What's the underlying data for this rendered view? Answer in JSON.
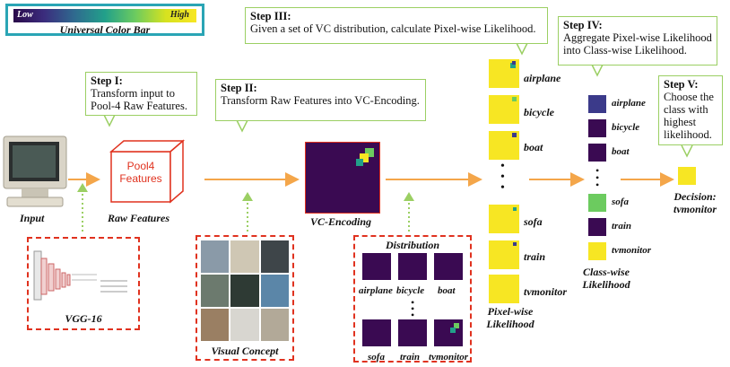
{
  "color_bar": {
    "low": "Low",
    "high": "High",
    "title": "Universal Color Bar"
  },
  "steps": {
    "step1": {
      "title": "Step I:",
      "text": "Transform input to Pool-4 Raw Features."
    },
    "step2": {
      "title": "Step II:",
      "text": "Transform Raw Features into VC-Encoding."
    },
    "step3": {
      "title": "Step III:",
      "text": "Given a set of VC distribution, calculate Pixel-wise Likelihood."
    },
    "step4": {
      "title": "Step IV:",
      "text": "Aggregate Pixel-wise Likelihood into Class-wise Likelihood."
    },
    "step5": {
      "title": "Step V:",
      "text": "Choose the class with highest likelihood."
    }
  },
  "labels": {
    "input": "Input",
    "raw_features": "Raw Features",
    "pool4_line1": "Pool4",
    "pool4_line2": "Features",
    "vc_encoding": "VC-Encoding",
    "vgg16": "VGG-16",
    "visual_concept": "Visual Concept",
    "distribution": "Distribution",
    "pixel_wise": "Pixel-wise Likelihood",
    "class_wise": "Class-wise Likelihood",
    "decision": "Decision:",
    "decision_value": "tvmonitor"
  },
  "distribution_classes": [
    "airplane",
    "bicycle",
    "boat",
    "sofa",
    "train",
    "tvmonitor"
  ],
  "pixel_classes": [
    "airplane",
    "bicycle",
    "boat",
    "sofa",
    "train",
    "tvmonitor"
  ],
  "class_wise": [
    {
      "name": "airplane",
      "color": "#3b3a8a"
    },
    {
      "name": "bicycle",
      "color": "#3a0a52"
    },
    {
      "name": "boat",
      "color": "#3a0a52"
    },
    {
      "name": "sofa",
      "color": "#6ccb5f"
    },
    {
      "name": "train",
      "color": "#3a0a52"
    },
    {
      "name": "tvmonitor",
      "color": "#f7e623"
    }
  ],
  "colors": {
    "accent_arrow": "#f4a64a",
    "callout_border": "#9bcf63",
    "dashed_red": "#e0321f",
    "color_bar_border": "#2aa5b5"
  }
}
